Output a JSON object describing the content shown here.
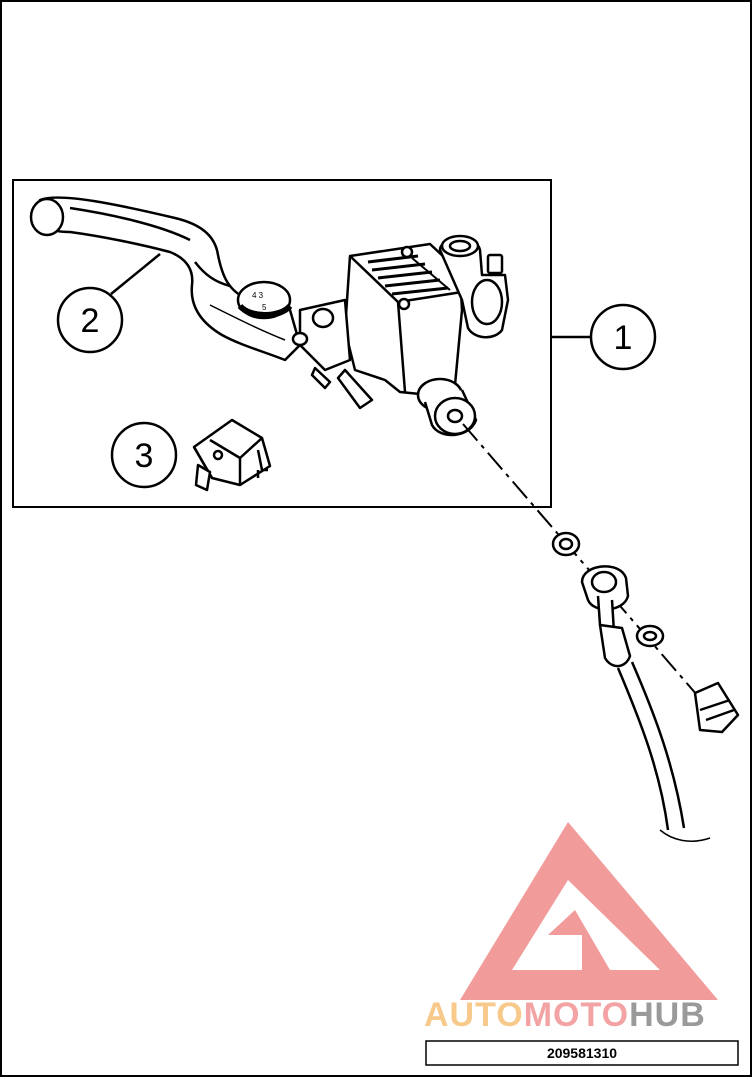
{
  "callouts": [
    {
      "label": "1",
      "part": "handbrake-cylinder"
    },
    {
      "label": "2",
      "part": "brake-lever"
    },
    {
      "label": "3",
      "part": "brake-light-switch"
    }
  ],
  "watermark": {
    "part1": "AUTO",
    "part2": "MOTO",
    "part3": "HUB",
    "colors": {
      "auto": "#f7c98a",
      "moto": "#f3a3a3",
      "hub": "#9a9a9a",
      "triangle": "#f08a8a"
    }
  },
  "reference_number": "209581310"
}
